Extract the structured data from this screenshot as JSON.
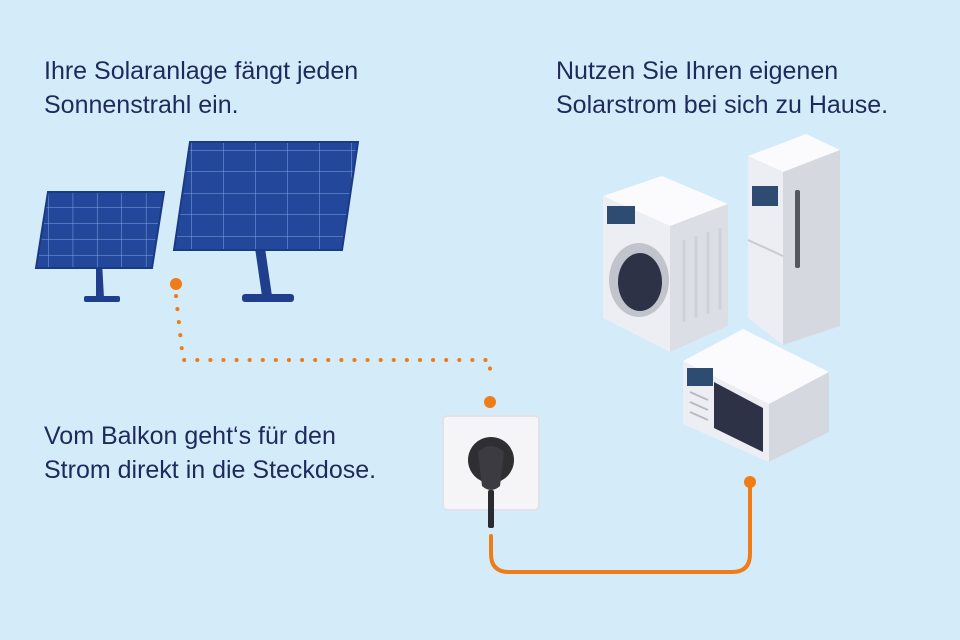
{
  "captions": {
    "solar": {
      "line1": "Ihre Solaranlage fängt jeden",
      "line2": "Sonnenstrahl ein."
    },
    "home": {
      "line1": "Nutzen Sie Ihren eigenen",
      "line2": "Solarstrom bei sich zu Hause."
    },
    "plug": {
      "line1": "Vom Balkon geht‘s für den",
      "line2": "Strom direkt in die Steckdose."
    }
  },
  "colors": {
    "background": "#d4ebfa",
    "text": "#1f2a5c",
    "panel": "#23479a",
    "panel_grid": "#7fa6e6",
    "wire": "#f07c17",
    "appliance": "#f4f4f7",
    "appliance_shade": "#d9dae2"
  },
  "icons": [
    "solar-panel-icon",
    "socket-icon",
    "plug-icon",
    "washing-machine-icon",
    "fridge-icon",
    "microwave-icon"
  ]
}
